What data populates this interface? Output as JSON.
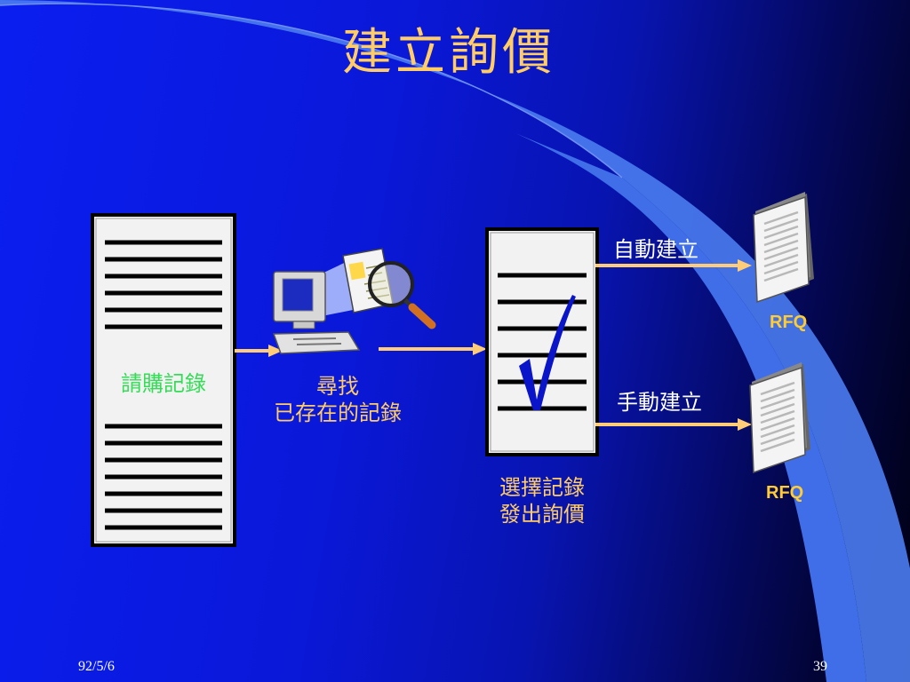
{
  "slide": {
    "title": "建立詢價",
    "footer_date": "92/5/6",
    "page_number": "39"
  },
  "diagram": {
    "requisition_records": "請購記錄",
    "search_line1": "尋找",
    "search_line2": "已存在的記錄",
    "select_line1": "選擇記錄",
    "select_line2": "發出詢價",
    "auto_create": "自動建立",
    "manual_create": "手動建立",
    "rfq_top": "RFQ",
    "rfq_bottom": "RFQ"
  },
  "colors": {
    "title": "#ffcc66",
    "label_gold": "#ffcc66",
    "label_green": "#33dd55",
    "arrow": "#ffcc77",
    "rfq": "#ffcc33"
  }
}
